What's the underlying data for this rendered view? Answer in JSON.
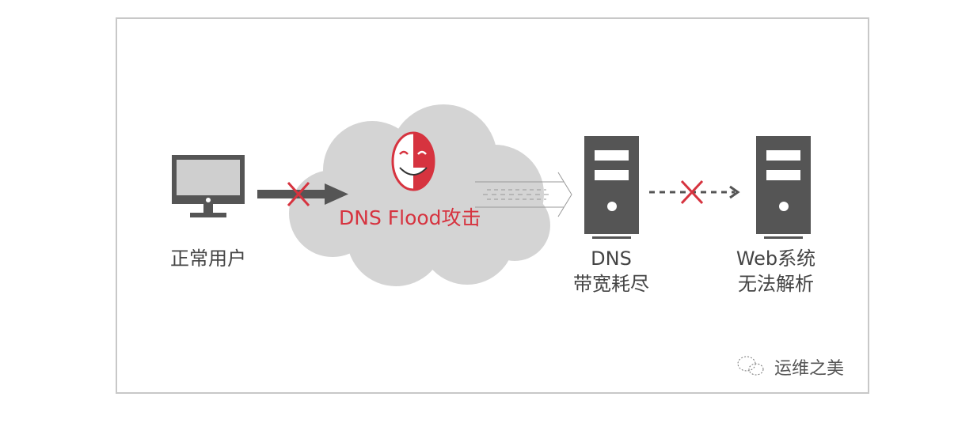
{
  "title": "DNS Flood attack diagram",
  "nodes": {
    "user": {
      "label": "正常用户"
    },
    "attack": {
      "label": "DNS Flood攻击"
    },
    "dns": {
      "line1": "DNS",
      "line2": "带宽耗尽"
    },
    "web": {
      "line1": "Web系统",
      "line2": "无法解析"
    }
  },
  "watermark": "运维之美",
  "colors": {
    "accent": "#d6333f",
    "icon": "#555555",
    "cloud": "#d2d2d2",
    "border": "#c8c8c8"
  }
}
